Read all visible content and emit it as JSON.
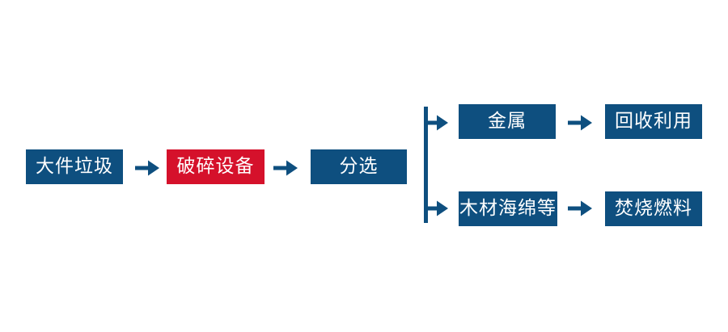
{
  "colors": {
    "primary_blue": "#0e4f7f",
    "accent_red": "#d5112b",
    "node_text": "#ffffff",
    "background": "#ffffff"
  },
  "flow": {
    "main": [
      {
        "label": "大件垃圾",
        "variant": "blue"
      },
      {
        "label": "破碎设备",
        "variant": "red"
      },
      {
        "label": "分选",
        "variant": "blue"
      }
    ],
    "branches": [
      {
        "steps": [
          {
            "label": "金属"
          },
          {
            "label": "回收利用"
          }
        ]
      },
      {
        "steps": [
          {
            "label": "木材海绵等"
          },
          {
            "label": "焚烧燃料"
          }
        ]
      }
    ]
  }
}
